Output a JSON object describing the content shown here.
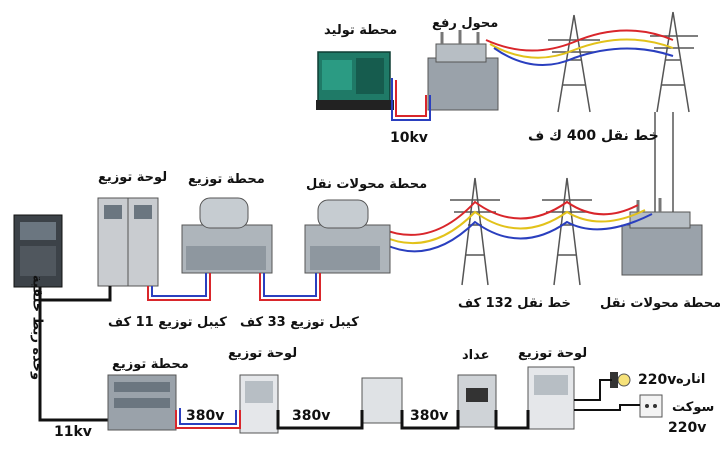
{
  "labels": {
    "generation_station": "محطة توليد",
    "step_up_transformer": "محول رفع",
    "v10kv": "10kv",
    "line_400": "خط نقل 400 ك ف",
    "dist_panel_top": "لوحة توزيع",
    "dist_station_top": "محطة توزيع",
    "transmission_transformer_station_left": "محطة محولات نقل",
    "line_132": "خط نقل 132 كف",
    "transmission_transformer_station_right": "محطة محولات نقل",
    "cable_11": "كيبل توزيع 11 كف",
    "cable_33": "كيبل توزيع 33 كف",
    "ring_main_unit": "وحدة ربط حلقية",
    "dist_station_bottom": "محطة توزيع",
    "dist_panel_bottom_mid": "لوحة توزيع",
    "meter": "عداد",
    "dist_panel_bottom_right": "لوحة توزيع",
    "v11kv": "11kv",
    "v380_a": "380v",
    "v380_b": "380v",
    "v380_c": "380v",
    "lighting": "اناره",
    "v220_light": "220v",
    "socket": "سوكت",
    "v220_socket": "220v"
  },
  "colors": {
    "phase_red": "#d9262b",
    "phase_yellow": "#e2c21a",
    "phase_blue": "#2a3fbf",
    "cable_black": "#111111",
    "cabinet_gray": "#c9ccd0",
    "transformer_gray": "#9aa2aa",
    "generator_green": "#1f7a67"
  }
}
